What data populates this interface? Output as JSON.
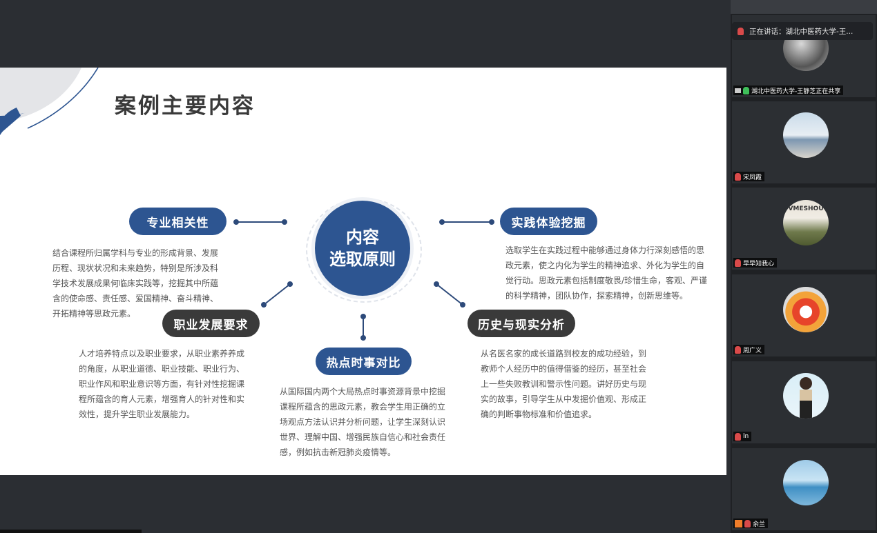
{
  "slide": {
    "title": "案例主要内容",
    "center_line1": "内容",
    "center_line2": "选取原则",
    "nodes": {
      "prof": {
        "label": "专业相关性",
        "desc": [
          "结合课程所归属学科与专业的形成背景、发展",
          "历程、现状状况和未来趋势，特别是所涉及科",
          "学技术发展成果何临床实践等，挖掘其中所蕴",
          "含的使命感、责任感、爱国精神、奋斗精神、",
          "开拓精神等思政元素。"
        ]
      },
      "career": {
        "label": "职业发展要求",
        "desc": [
          "人才培养特点以及职业要求，从职业素养养成",
          "的角度，从职业道德、职业技能、职业行为、",
          "职业作风和职业意识等方面，有针对性挖掘课",
          "程所蕴含的育人元素，增强育人的针对性和实",
          "效性，提升学生职业发展能力。"
        ]
      },
      "hot": {
        "label": "热点时事对比",
        "desc": [
          "从国际国内两个大局热点时事资源背景中挖掘",
          "课程所蕴含的思政元素，教会学生用正确的立",
          "场观点方法认识并分析问题，让学生深刻认识",
          "世界、理解中国、增强民族自信心和社会责任",
          "感，例如抗击新冠肺炎疫情等。"
        ]
      },
      "practice": {
        "label": "实践体验挖掘",
        "desc": [
          "选取学生在实践过程中能够通过身体力行深刻感悟的思",
          "政元素，使之内化为学生的精神追求、外化为学生的自",
          "觉行动。思政元素包括制度敬畏/珍惜生命，客观、严谨",
          "的科学精神，团队协作，探索精神，创新思维等。"
        ]
      },
      "history": {
        "label": "历史与现实分析",
        "desc": [
          "从名医名家的成长道路到校友的成功经验，到",
          "教师个人经历中的值得借鉴的经历，甚至社会",
          "上一些失败教训和警示性问题。讲好历史与现",
          "实的故事，引导学生从中发掘价值观、形成正",
          "确的判断事物标准和价值追求。"
        ]
      }
    },
    "colors": {
      "accent_blue": "#2d5591",
      "dark_pill": "#3a3a3a"
    }
  },
  "sidebar": {
    "speaking_text": "正在讲话：湖北中医药大学-王...",
    "participants": [
      {
        "name": "湖北中医药大学-王静芝正在共享",
        "avatar_icon": "sketch-avatar-icon"
      },
      {
        "name": "宋凤霞",
        "avatar_icon": "beach-person-avatar-icon"
      },
      {
        "name": "早早知我心",
        "avatar_icon": "vmeshou-avatar-icon"
      },
      {
        "name": "周广义",
        "avatar_icon": "tiger-face-avatar-icon"
      },
      {
        "name": "ln",
        "avatar_icon": "cartoon-woman-avatar-icon"
      },
      {
        "name": "余兰",
        "avatar_icon": "sea-photo-avatar-icon"
      }
    ],
    "avatar_text_vmeshou": "VMESHOU"
  }
}
